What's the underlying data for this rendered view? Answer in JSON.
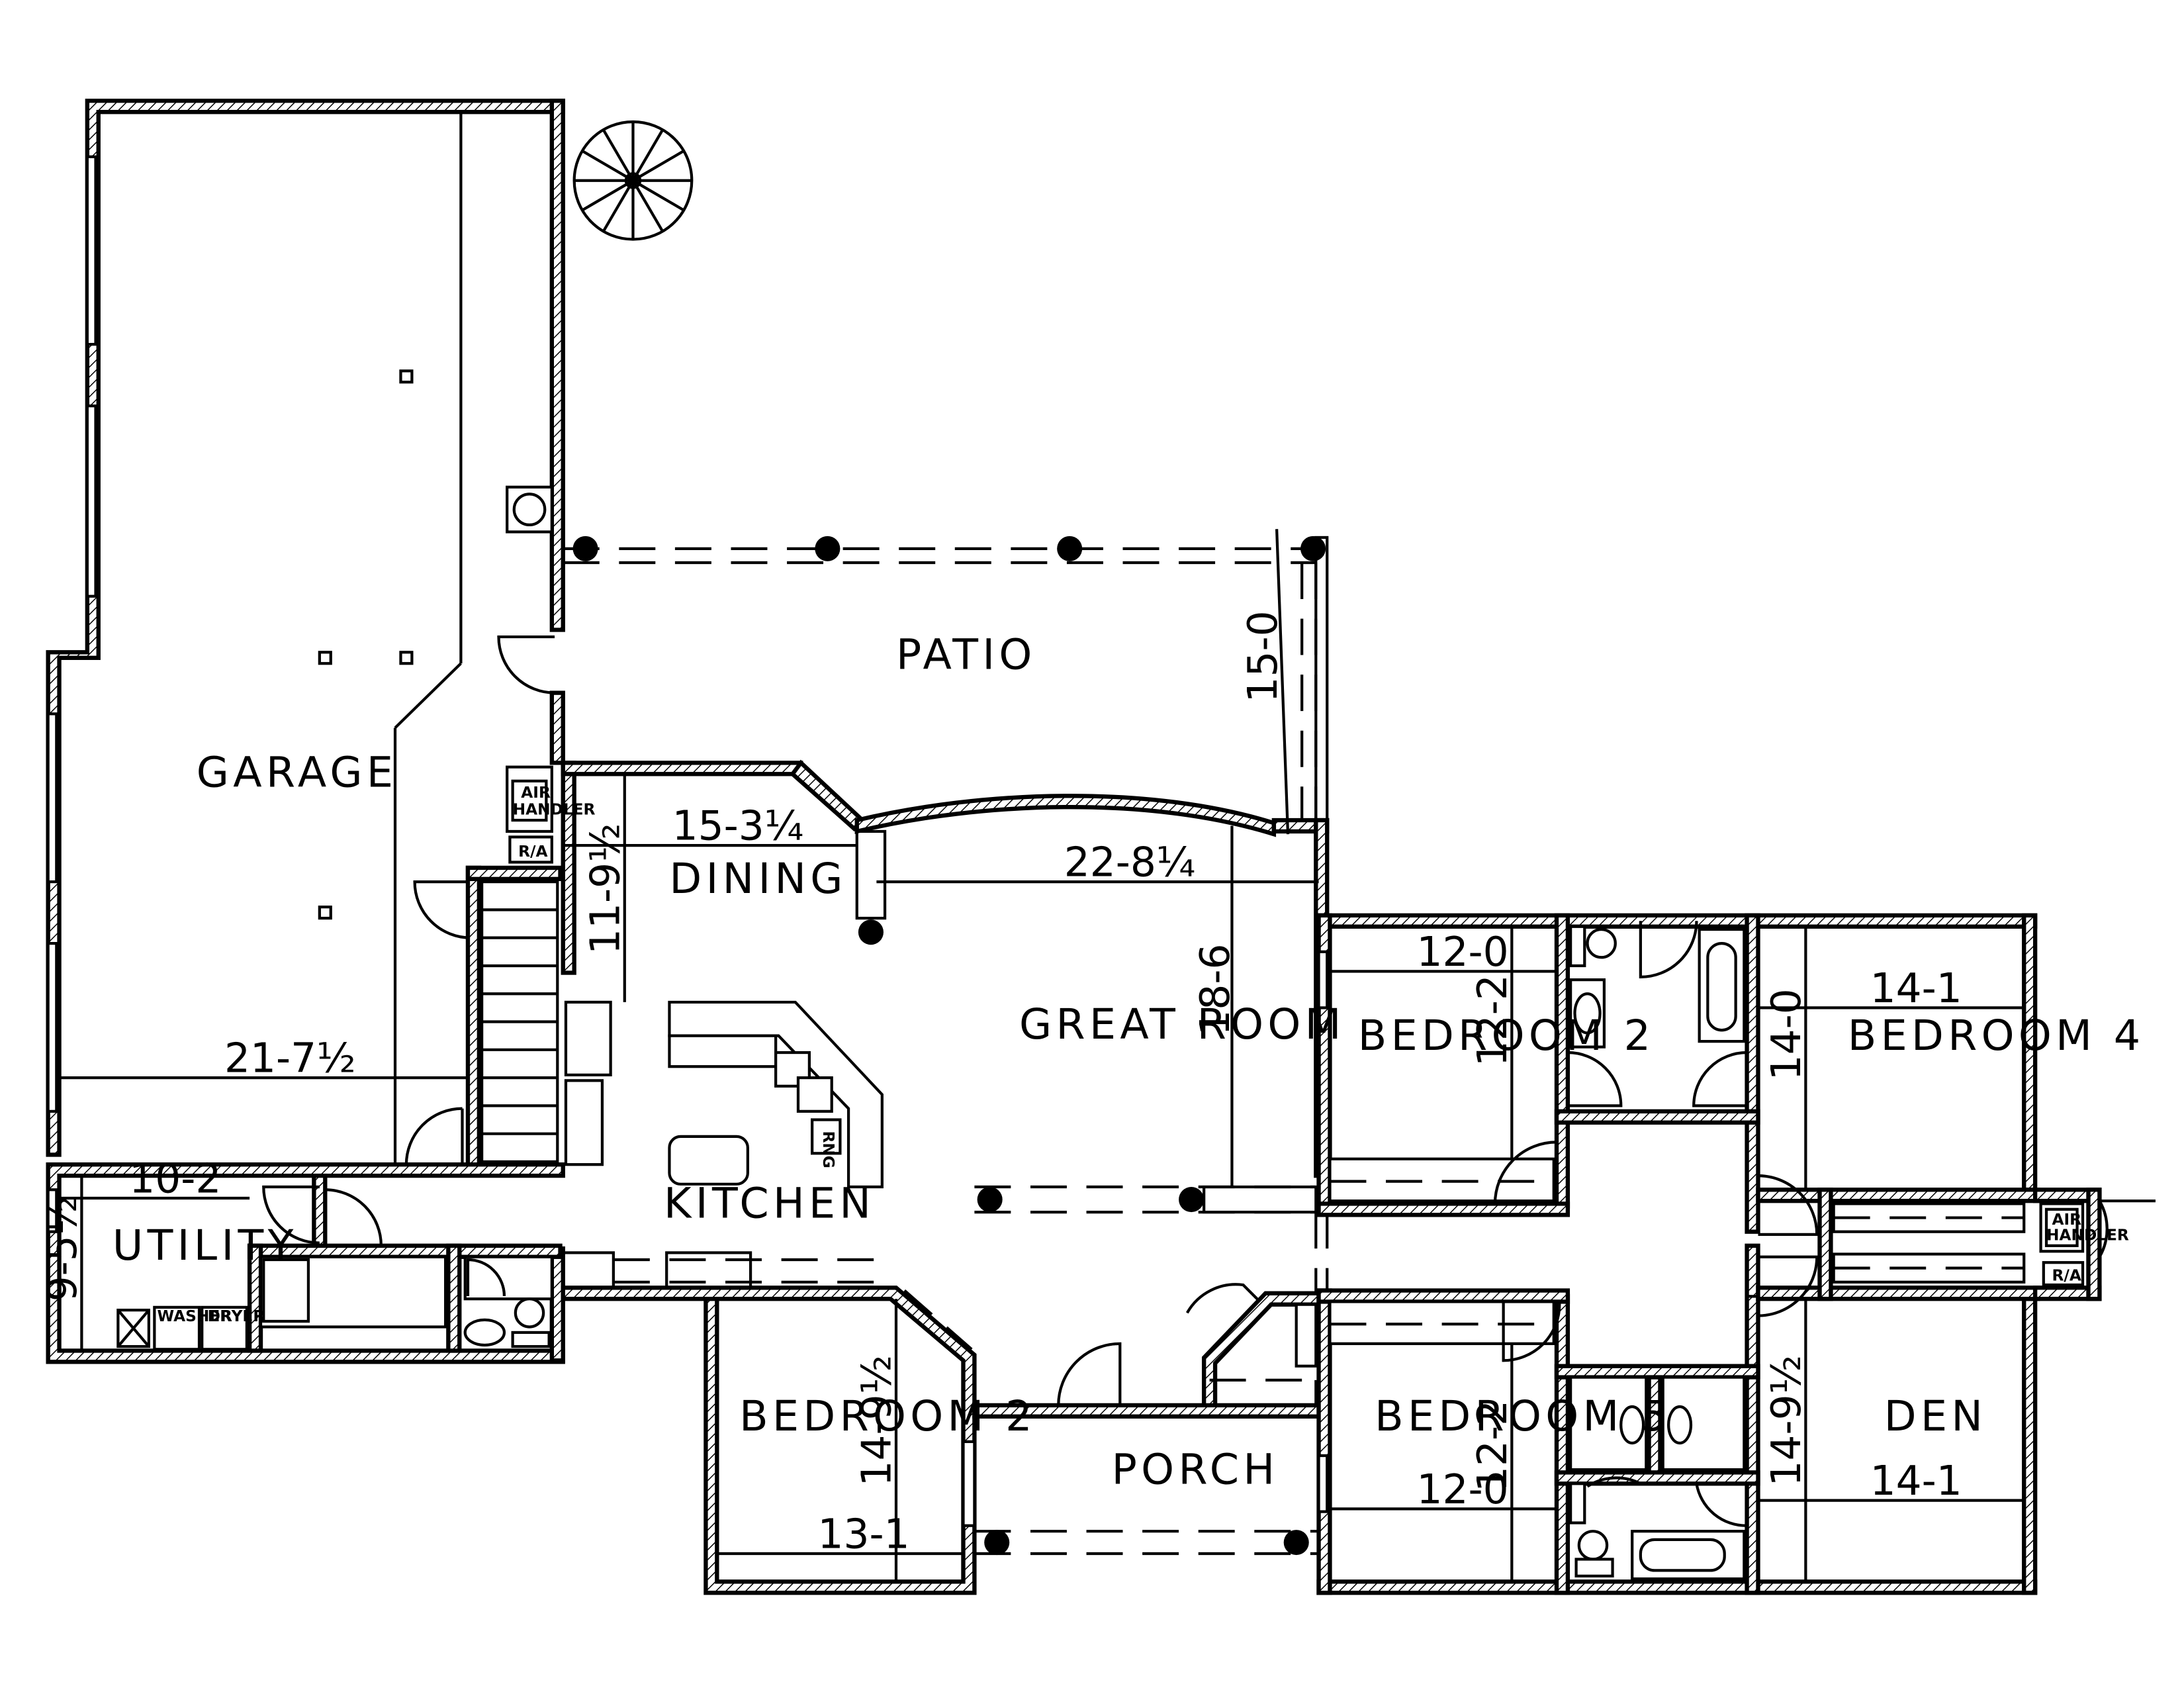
{
  "rooms": {
    "garage": "GARAGE",
    "patio": "PATIO",
    "dining": "DINING",
    "great_room": "GREAT ROOM",
    "kitchen": "KITCHEN",
    "utility": "UTILITY",
    "bedroom_2_upper": "BEDROOM 2",
    "bedroom_4": "BEDROOM 4",
    "bedroom_2_lower": "BEDROOM 2",
    "bedroom_5": "BEDROOM 5",
    "porch": "PORCH",
    "den": "DEN"
  },
  "dimensions": {
    "patio_depth": "15-0",
    "dining_width": "15-3¹⁄₄",
    "dining_depth": "11-9¹⁄₂",
    "great_room_width": "22-8¹⁄₄",
    "great_room_depth": "18-6",
    "garage_width": "21-7¹⁄₂",
    "utility_width": "10-2",
    "utility_depth": "9-5¹⁄₂",
    "bedroom_2_upper_width": "12-0",
    "bedroom_2_upper_depth": "12-2",
    "bedroom_4_width": "14-1",
    "bedroom_4_depth": "14-0",
    "bedroom_2_lower_width": "13-1",
    "bedroom_2_lower_depth": "14-9¹⁄₂",
    "bedroom_5_width": "12-0",
    "bedroom_5_depth": "12-2",
    "den_width": "14-1",
    "den_depth": "14-9¹⁄₂"
  },
  "fixtures": {
    "air_handler_top": "AIR",
    "air_handler_bottom": "HANDLER",
    "return_air": "R/A",
    "washer": "WASHER",
    "dryer": "DRYER",
    "range": "RNG"
  }
}
